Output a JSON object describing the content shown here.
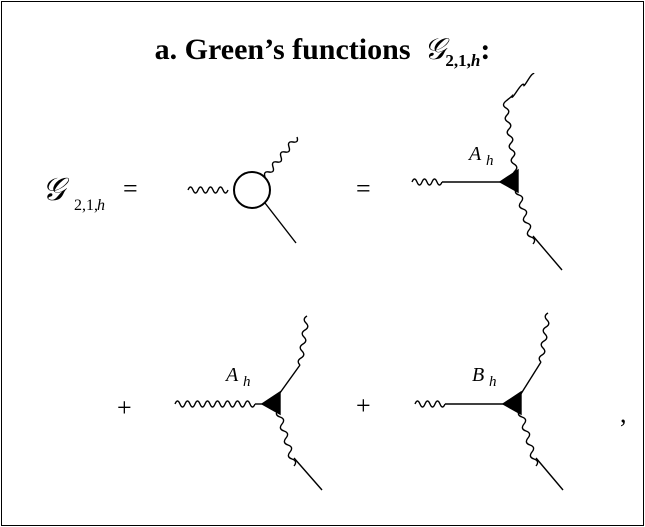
{
  "figure": {
    "title_text": "a. Green’s functions",
    "title_symbol": "𝒢",
    "title_subscript": "2,1,",
    "title_subscript_h": "h",
    "title_colon": ":"
  },
  "equation": {
    "lhs_symbol": "𝒢",
    "lhs_subscript": "2,1,",
    "lhs_subscript_h": "h",
    "equals": "=",
    "plus": "+",
    "comma": ","
  },
  "vertices": [
    {
      "label": "A",
      "sub": "h"
    },
    {
      "label": "A",
      "sub": "h"
    },
    {
      "label": "B",
      "sub": "h"
    }
  ],
  "colors": {
    "ink": "#000000",
    "background": "#ffffff"
  }
}
